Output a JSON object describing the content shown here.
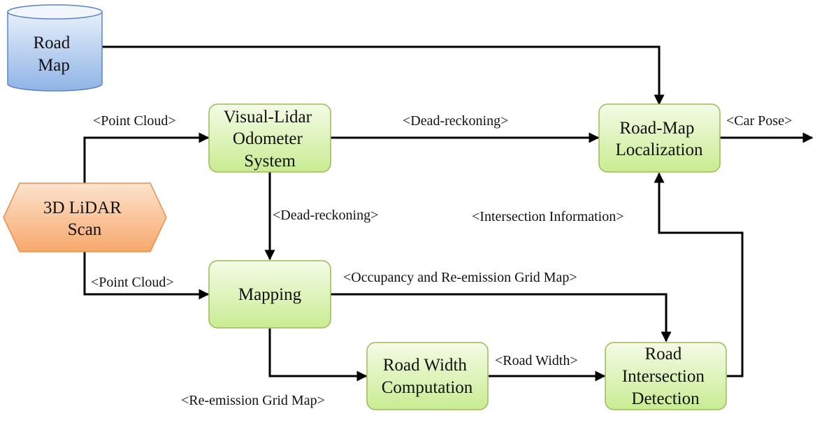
{
  "nodes": {
    "road_map": {
      "lines": [
        "Road",
        "Map"
      ],
      "shape": "cylinder"
    },
    "lidar_scan": {
      "lines": [
        "3D LiDAR",
        "Scan"
      ],
      "shape": "hexagon"
    },
    "odometer": {
      "lines": [
        "Visual-Lidar",
        "Odometer",
        "System"
      ],
      "shape": "rounded-rect"
    },
    "localization": {
      "lines": [
        "Road-Map",
        "Localization"
      ],
      "shape": "rounded-rect"
    },
    "mapping": {
      "lines": [
        "Mapping"
      ],
      "shape": "rounded-rect"
    },
    "road_width": {
      "lines": [
        "Road Width",
        "Computation"
      ],
      "shape": "rounded-rect"
    },
    "intersection": {
      "lines": [
        "Road",
        "Intersection",
        "Detection"
      ],
      "shape": "rounded-rect"
    }
  },
  "edges": {
    "point_cloud_1": "<Point Cloud>",
    "point_cloud_2": "<Point Cloud>",
    "dead_reckoning_1": "<Dead-reckoning>",
    "dead_reckoning_2": "<Dead-reckoning>",
    "car_pose": "<Car Pose>",
    "intersection_info": "<Intersection Information>",
    "occupancy_map": "<Occupancy and Re-emission Grid Map>",
    "road_width": "<Road Width>",
    "reemission_map": "<Re-emission Grid Map>"
  },
  "colors": {
    "process_fill_top": "#f4fbe6",
    "process_fill_bottom": "#c9ec92",
    "process_stroke": "#9bbb59",
    "db_fill_top": "#e8f0fb",
    "db_fill_bottom": "#8fb4e6",
    "db_stroke": "#5b84c4",
    "input_fill_top": "#fde3cd",
    "input_fill_bottom": "#f7a86c",
    "input_stroke": "#e8904f",
    "edge": "#000000"
  }
}
